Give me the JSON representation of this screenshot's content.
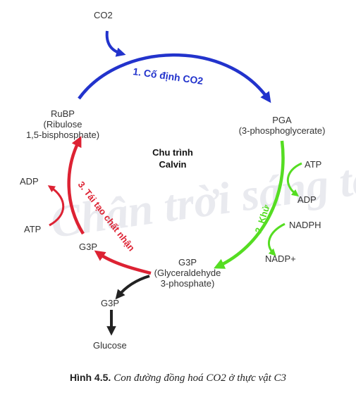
{
  "cycle_title": [
    "Chu trình",
    "Calvin"
  ],
  "steps": {
    "fixation": "1. Cố định CO2",
    "reduction": "2. Khử",
    "regeneration": "3. Tái tạo chất nhận"
  },
  "molecules": {
    "co2": "CO2",
    "pga": "PGA",
    "pga_full": "(3-phosphoglycerate)",
    "rubp": "RuBP",
    "rubp_full_1": "(Ribulose",
    "rubp_full_2": "1,5-bisphosphate)",
    "g3p_main": "G3P",
    "g3p_full_1": "(Glyceraldehyde",
    "g3p_full_2": "3-phosphate)",
    "g3p_left": "G3P",
    "g3p_out": "G3P",
    "glucose": "Glucose"
  },
  "cofactors": {
    "atp_right": "ATP",
    "adp_right": "ADP",
    "nadph": "NADPH",
    "nadp": "NADP+",
    "adp_left": "ADP",
    "atp_left": "ATP"
  },
  "watermark": "Chân trời sáng tạo",
  "caption": {
    "label": "Hình 4.5.",
    "text": "Con đường đồng hoá CO2 ở thực vật C3"
  },
  "colors": {
    "fixation": "#2233cc",
    "reduction": "#55dd22",
    "regeneration": "#dd2233",
    "output": "#222222"
  }
}
